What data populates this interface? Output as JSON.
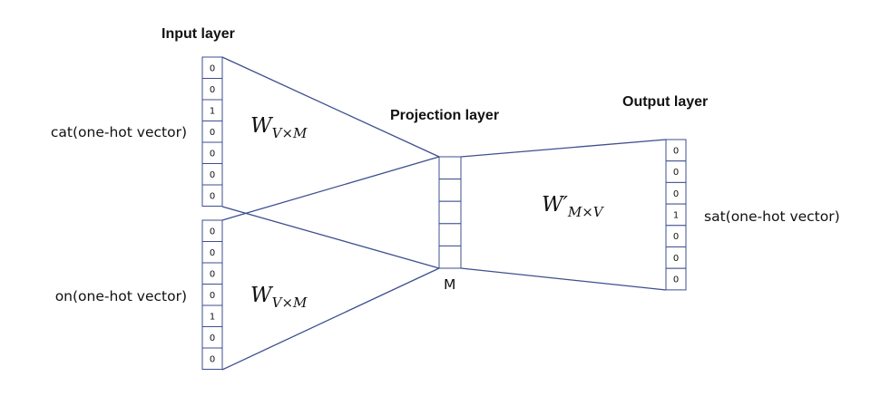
{
  "headings": {
    "input": "Input layer",
    "projection": "Projection layer",
    "output": "Output layer"
  },
  "labels": {
    "cat": "cat(one-hot vector)",
    "on": "on(one-hot vector)",
    "sat": "sat(one-hot vector)",
    "projection_dim": "M"
  },
  "vectors": {
    "cat": [
      "0",
      "0",
      "1",
      "0",
      "0",
      "0",
      "0"
    ],
    "on": [
      "0",
      "0",
      "0",
      "0",
      "1",
      "0",
      "0"
    ],
    "sat": [
      "0",
      "0",
      "0",
      "1",
      "0",
      "0",
      "0"
    ]
  },
  "projection_cells": 5,
  "weights": {
    "input_top": {
      "symbol": "W",
      "sub": "V×M"
    },
    "input_bottom": {
      "symbol": "W",
      "sub": "V×M"
    },
    "output": {
      "symbol": "W′",
      "sub": "M×V"
    }
  },
  "colors": {
    "line": "#3d4f8f",
    "text": "#111111",
    "background": "#ffffff"
  }
}
